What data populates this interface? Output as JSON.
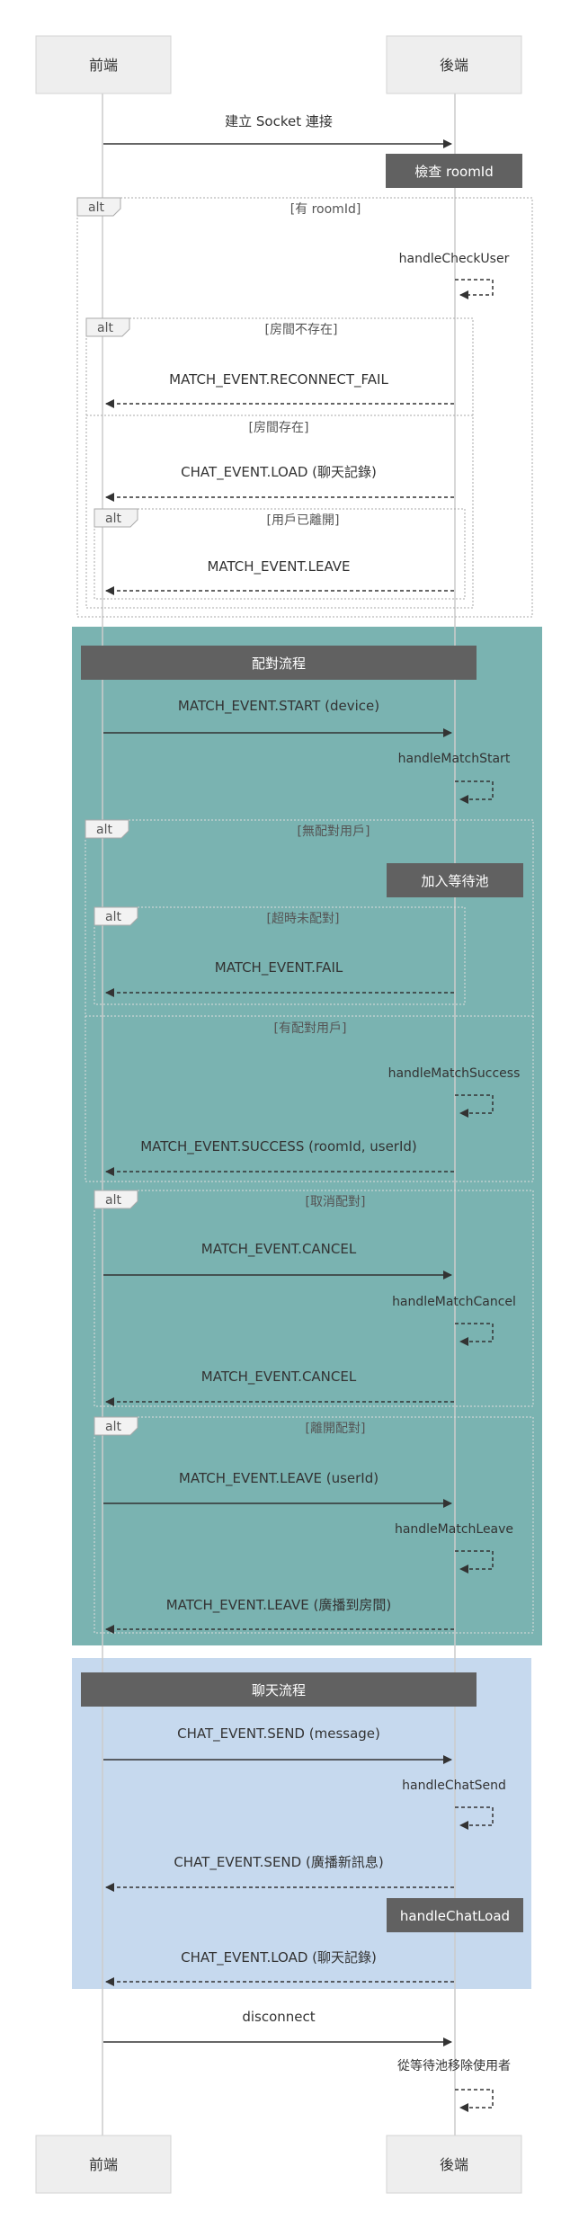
{
  "participants": {
    "front": "前端",
    "back": "後端"
  },
  "messages": {
    "connect": "建立 Socket 連接",
    "check_room": "檢查 roomId",
    "check_user": "handleCheckUser",
    "reconnect_fail": "MATCH_EVENT.RECONNECT_FAIL",
    "chat_load_1": "CHAT_EVENT.LOAD (聊天記錄)",
    "leave_1": "MATCH_EVENT.LEAVE",
    "match_start": "MATCH_EVENT.START (device)",
    "handle_match_start": "handleMatchStart",
    "join_pool": "加入等待池",
    "match_fail": "MATCH_EVENT.FAIL",
    "handle_match_success": "handleMatchSuccess",
    "match_success": "MATCH_EVENT.SUCCESS (roomId, userId)",
    "match_cancel_req": "MATCH_EVENT.CANCEL",
    "handle_match_cancel": "handleMatchCancel",
    "match_cancel_res": "MATCH_EVENT.CANCEL",
    "match_leave_req": "MATCH_EVENT.LEAVE (userId)",
    "handle_match_leave": "handleMatchLeave",
    "match_leave_res": "MATCH_EVENT.LEAVE (廣播到房間)",
    "chat_send_req": "CHAT_EVENT.SEND (message)",
    "handle_chat_send": "handleChatSend",
    "chat_send_res": "CHAT_EVENT.SEND (廣播新訊息)",
    "handle_chat_load": "handleChatLoad",
    "chat_load_2": "CHAT_EVENT.LOAD (聊天記錄)",
    "disconnect": "disconnect",
    "remove_user": "從等待池移除使用者"
  },
  "alts": {
    "keyword": "alt",
    "has_room": "[有 roomId]",
    "room_missing": "[房間不存在]",
    "room_exists": "[房間存在]",
    "user_left": "[用戶已離開]",
    "no_match": "[無配對用戶]",
    "timeout": "[超時未配對]",
    "has_match": "[有配對用戶]",
    "cancel": "[取消配對]",
    "leave": "[離開配對]"
  },
  "sections": {
    "match": "配對流程",
    "chat": "聊天流程"
  },
  "colors": {
    "match_bg": "#7ab3b1",
    "chat_bg": "#c6d9ee",
    "header_box": "#616161",
    "participant_box": "#eeeeee"
  }
}
